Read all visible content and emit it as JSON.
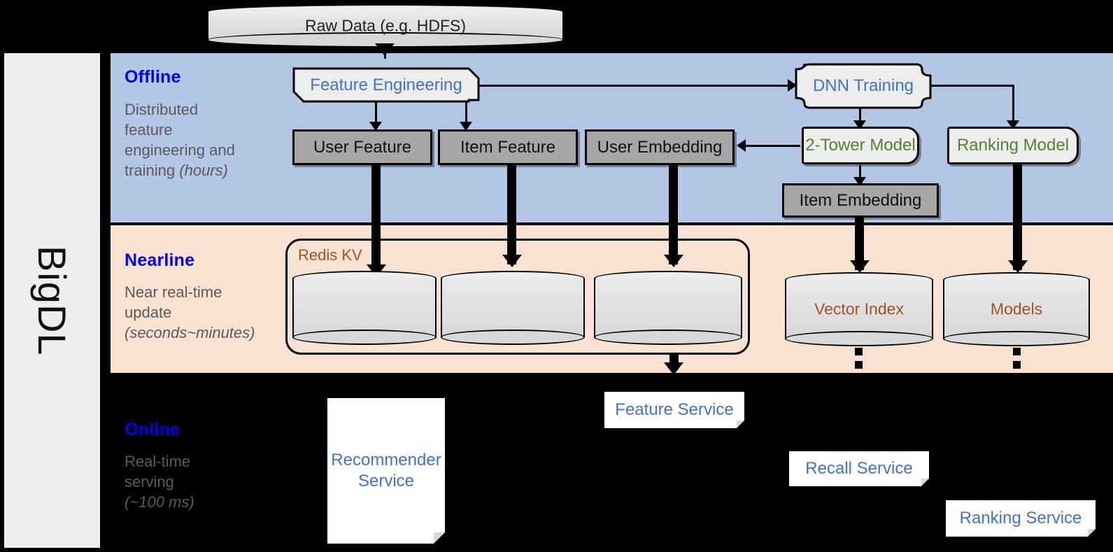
{
  "sidebar": {
    "label": "BigDL"
  },
  "top": {
    "raw_data": "Raw Data (e.g. HDFS)"
  },
  "stages": {
    "offline": {
      "title": "Offline",
      "description_line1": "Distributed",
      "description_line2": "feature",
      "description_line3": "engineering and",
      "description_line4": "training ",
      "description_italic": "(hours)",
      "band_color": "#b4c6e5"
    },
    "nearline": {
      "title": "Nearline",
      "description_line1": "Near real-time",
      "description_line2": "update",
      "description_italic": "(seconds~minutes)",
      "band_color": "#fae2d2"
    },
    "online": {
      "title": "Online",
      "description_line1": "Real-time",
      "description_line2": "serving",
      "description_italic": "(~100 ms)",
      "band_color": "#000000"
    }
  },
  "offline_nodes": {
    "feature_engineering": "Feature Engineering",
    "dnn_training": "DNN Training",
    "user_feature": "User Feature",
    "item_feature": "Item Feature",
    "user_embedding": "User Embedding",
    "two_tower_model": "2-Tower Model",
    "ranking_model": "Ranking Model",
    "item_embedding": "Item Embedding"
  },
  "nearline_nodes": {
    "redis_kv": "Redis KV",
    "store_user_feature": "",
    "store_item_feature": "",
    "store_user_embedding": "",
    "vector_index": "Vector Index",
    "models": "Models"
  },
  "online_nodes": {
    "recommender_service_line1": "Recommender",
    "recommender_service_line2": "Service",
    "feature_service": "Feature Service",
    "recall_service": "Recall Service",
    "ranking_service": "Ranking Service"
  },
  "colors": {
    "stage_title": "#0000ee",
    "stage_desc": "#5a5a5a",
    "blue_text": "#4472c4",
    "green_text": "#548235",
    "brown_text": "#a0522d",
    "grey_box": "#a6a6a6",
    "light_box": "#ededed"
  }
}
